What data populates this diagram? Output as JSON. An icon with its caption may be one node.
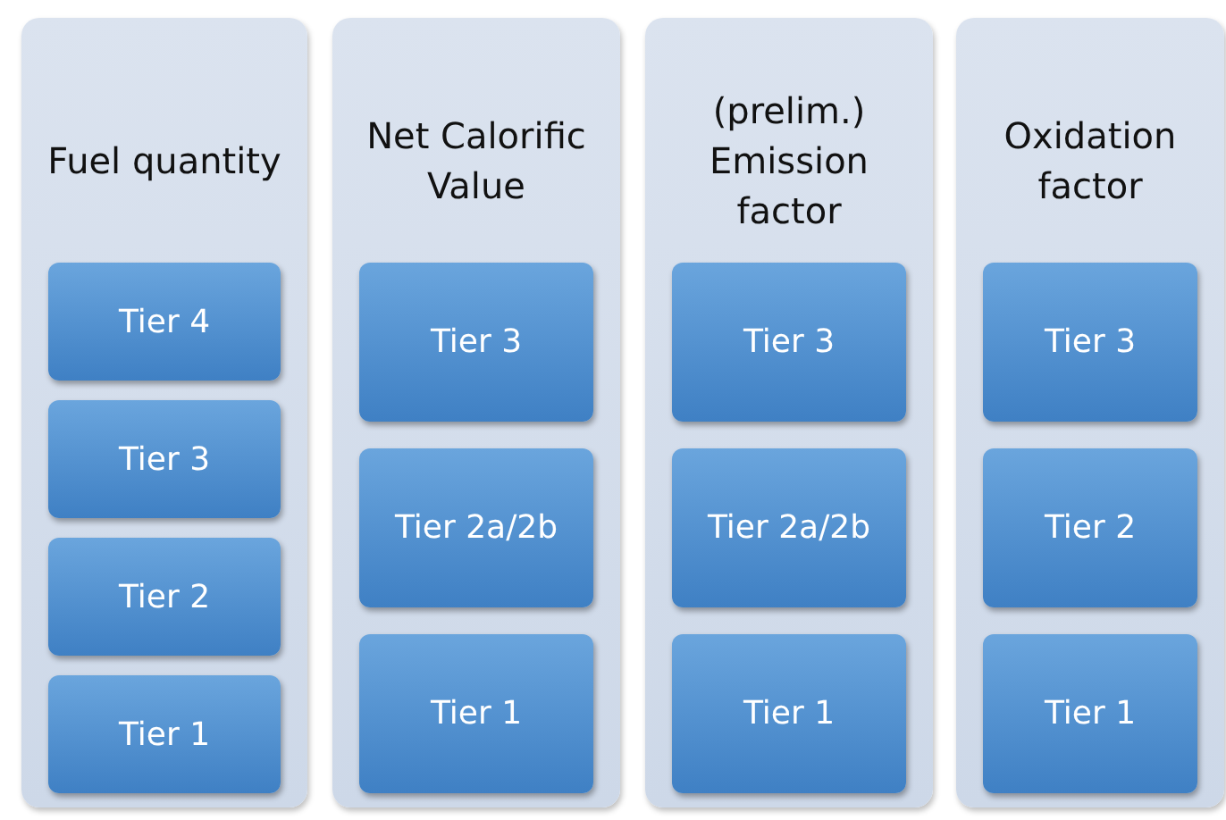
{
  "diagram": {
    "nodes": [
      {
        "text": [
          "Fuel quantity"
        ]
      },
      {
        "text": [
          "Tier 4"
        ],
        "in": 0
      },
      {
        "text": [
          "Tier 3"
        ],
        "in": 0
      },
      {
        "text": [
          "Tier 2"
        ],
        "in": 0
      },
      {
        "text": [
          "Tier 1"
        ],
        "in": 0
      },
      {
        "text": [
          "Net Calorific Value"
        ]
      },
      {
        "text": [
          "Tier 3"
        ],
        "in": 5
      },
      {
        "text": [
          "Tier 2a/2b"
        ],
        "in": 5
      },
      {
        "text": [
          "Tier 1"
        ],
        "in": 5
      },
      {
        "text": [
          "(prelim.) Emission factor"
        ]
      },
      {
        "text": [
          "Tier 3"
        ],
        "in": 9
      },
      {
        "text": [
          "Tier 2a/2b"
        ],
        "in": 9
      },
      {
        "text": [
          "Tier 1"
        ],
        "in": 9
      },
      {
        "text": [
          "Oxidation factor"
        ]
      },
      {
        "text": [
          "Tier 3"
        ],
        "in": 13
      },
      {
        "text": [
          "Tier 2"
        ],
        "in": 13
      },
      {
        "text": [
          "Tier 1"
        ],
        "in": 13
      }
    ]
  }
}
